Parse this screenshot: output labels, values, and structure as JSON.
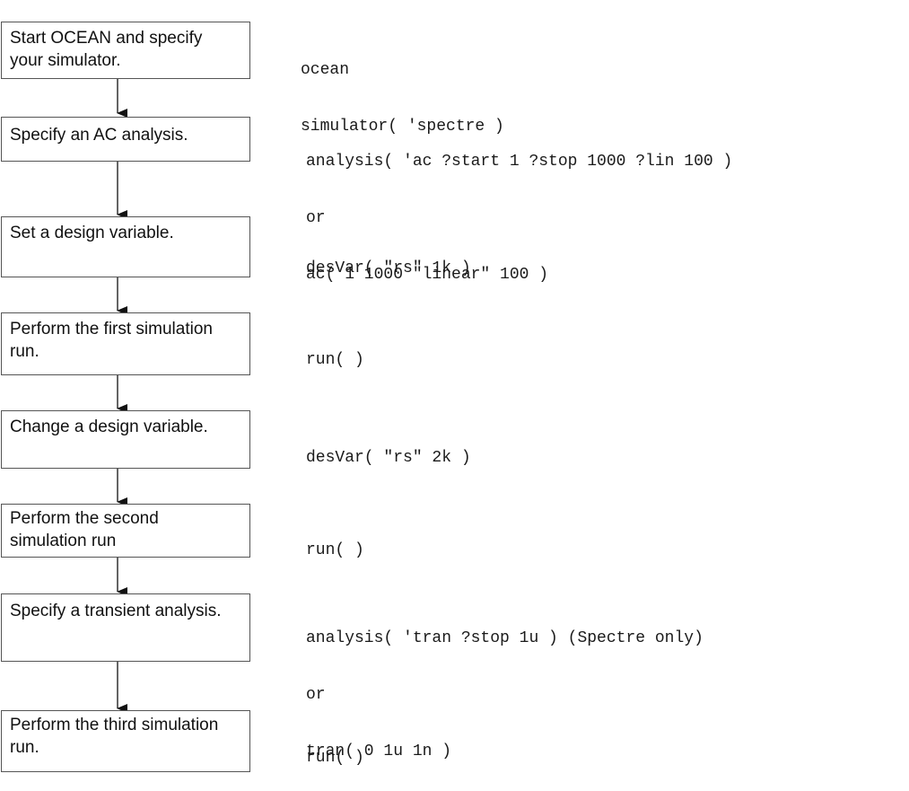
{
  "steps": [
    {
      "label": "Start OCEAN and specify\nyour simulator.",
      "code": [
        "ocean",
        "simulator( 'spectre )"
      ]
    },
    {
      "label": "Specify an AC analysis.",
      "code": [
        "analysis( 'ac ?start 1 ?stop 1000 ?lin 100 )",
        "or",
        "ac( 1 1000 \"linear\" 100 )"
      ]
    },
    {
      "label": "Set a design variable.",
      "code": [
        "desVar( \"rs\" 1k )"
      ]
    },
    {
      "label": "Perform the first simulation\nrun.",
      "code": [
        "run( )"
      ]
    },
    {
      "label": "Change a design variable.",
      "code": [
        "desVar( \"rs\" 2k )"
      ]
    },
    {
      "label": "Perform the second\nsimulation run",
      "code": [
        "run( )"
      ]
    },
    {
      "label": "Specify a transient analysis.",
      "code": [
        "analysis( 'tran ?stop 1u ) (Spectre only)",
        "or",
        "tran( 0 1u 1n )"
      ]
    },
    {
      "label": "Perform the third simulation\nrun.",
      "code": [
        "run( )"
      ]
    }
  ],
  "colors": {
    "box_border": "#555555",
    "arrow": "#111111",
    "text": "#111111"
  }
}
